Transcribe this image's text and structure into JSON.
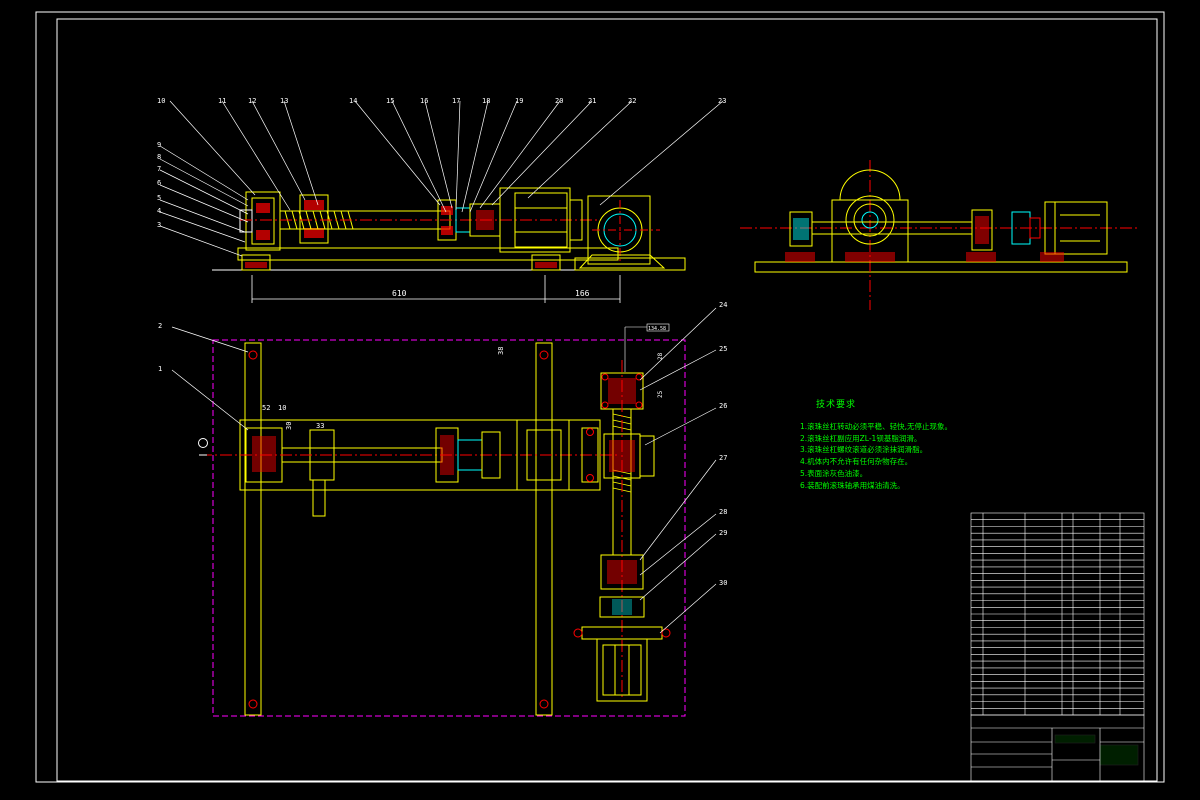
{
  "drawing": {
    "background": "#000000",
    "colors": {
      "frame": "#ffffff",
      "part_outline": "#ffff00",
      "center_line": "#ff0000",
      "hidden_frame": "#ff00ff",
      "accent_part": "#00ffff",
      "section_hatch": "#ff0000",
      "annotation_text": "#00ff00",
      "leader": "#ffffff"
    }
  },
  "part_callouts": [
    "1",
    "2",
    "3",
    "4",
    "5",
    "6",
    "7",
    "8",
    "9",
    "10",
    "11",
    "12",
    "13",
    "14",
    "15",
    "16",
    "17",
    "18",
    "19",
    "20",
    "21",
    "22",
    "23",
    "24",
    "25",
    "26",
    "27",
    "28",
    "29",
    "30"
  ],
  "dimensions": {
    "front_total": "610",
    "front_right": "166",
    "plan_d1": "52",
    "plan_d2": "10",
    "plan_d3": "30",
    "plan_d4": "33",
    "plan_side": "38",
    "plan_box": "134.58",
    "plan_vert": "28",
    "plan_num": "25"
  },
  "tech_requirements": {
    "title": "技术要求",
    "items": [
      "1.滚珠丝杠转动必须平稳、轻快,无停止现象。",
      "2.滚珠丝杠副应用ZL-1钡基脂润滑。",
      "3.滚珠丝杠螺纹滚道必须涂抹润滑脂。",
      "4.机体内不允许有任何杂物存在。",
      "5.表面涂灰色油漆。",
      "6.装配前滚珠轴承用煤油清洗。"
    ]
  }
}
